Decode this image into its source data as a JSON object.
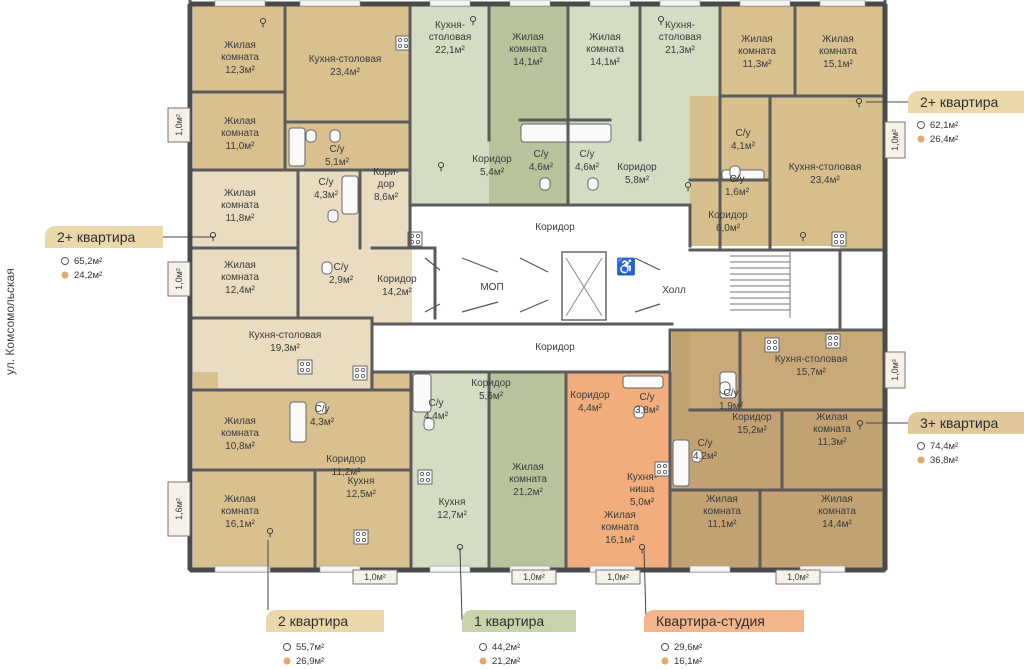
{
  "street": "ул. Комсомольская",
  "colors": {
    "tan": "#d9c08f",
    "sand": "#e9dcc0",
    "olive": "#b8c39c",
    "mint": "#d4dcc4",
    "brown": "#c2a273",
    "peach": "#f1ae7c",
    "corridor": "#ffffff",
    "wall": "#5b5b5b"
  },
  "rooms": [
    {
      "id": "r1",
      "name": "Жилая\nкомната",
      "area": "12,3м²"
    },
    {
      "id": "r2",
      "name": "Кухня-столовая",
      "area": "23,4м²"
    },
    {
      "id": "r3",
      "name": "Жилая\nкомната",
      "area": "11,0м²"
    },
    {
      "id": "r4",
      "name": "С/у",
      "area": "5,1м²"
    },
    {
      "id": "r5",
      "name": "Кори-\nдор",
      "area": "8,6м²"
    },
    {
      "id": "r6",
      "name": "Кухня-\nстоловая",
      "area": "22,1м²"
    },
    {
      "id": "r7",
      "name": "Жилая\nкомната",
      "area": "14,1м²"
    },
    {
      "id": "r8",
      "name": "Коридор",
      "area": "5,4м²"
    },
    {
      "id": "r9",
      "name": "С/у",
      "area": "4,6м²"
    },
    {
      "id": "r10",
      "name": "Жилая\nкомната",
      "area": "14,1м²"
    },
    {
      "id": "r11",
      "name": "Кухня-\nстоловая",
      "area": "21,3м²"
    },
    {
      "id": "r12",
      "name": "С/у",
      "area": "4,6м²"
    },
    {
      "id": "r13",
      "name": "Коридор",
      "area": "5,8м²"
    },
    {
      "id": "r14",
      "name": "Жилая\nкомната",
      "area": "11,3м²"
    },
    {
      "id": "r15",
      "name": "Жилая\nкомната",
      "area": "15,1м²"
    },
    {
      "id": "r16",
      "name": "С/у",
      "area": "4,1м²"
    },
    {
      "id": "r17",
      "name": "С/у",
      "area": "1,6м²"
    },
    {
      "id": "r18",
      "name": "Кухня-столовая",
      "area": "23,4м²"
    },
    {
      "id": "r19",
      "name": "Коридор",
      "area": "6,0м²"
    },
    {
      "id": "r20",
      "name": "Жилая\nкомната",
      "area": "11,8м²"
    },
    {
      "id": "r21",
      "name": "С/у",
      "area": "4,3м²"
    },
    {
      "id": "r22",
      "name": "Жилая\nкомната",
      "area": "12,4м²"
    },
    {
      "id": "r23",
      "name": "С/у",
      "area": "2,9м²"
    },
    {
      "id": "r24",
      "name": "Коридор",
      "area": "14,2м²"
    },
    {
      "id": "r25",
      "name": "Кухня-столовая",
      "area": "19,3м²"
    },
    {
      "id": "r26",
      "name": "Жилая\nкомната",
      "area": "10,8м²"
    },
    {
      "id": "r27",
      "name": "С/у",
      "area": "4,3м²"
    },
    {
      "id": "r28",
      "name": "Коридор",
      "area": "11,2м²"
    },
    {
      "id": "r29",
      "name": "Жилая\nкомната",
      "area": "16,1м²"
    },
    {
      "id": "r30",
      "name": "Кухня",
      "area": "12,5м²"
    },
    {
      "id": "r31",
      "name": "С/у",
      "area": "4,4м²"
    },
    {
      "id": "r32",
      "name": "Коридор",
      "area": "5,6м²"
    },
    {
      "id": "r33",
      "name": "Жилая\nкомната",
      "area": "21,2м²"
    },
    {
      "id": "r34",
      "name": "Кухня",
      "area": "12,7м²"
    },
    {
      "id": "r35",
      "name": "Коридор",
      "area": "4,4м²"
    },
    {
      "id": "r36",
      "name": "С/у",
      "area": "3,8м²"
    },
    {
      "id": "r37",
      "name": "Кухня-\nниша",
      "area": "5,0м²"
    },
    {
      "id": "r38",
      "name": "Жилая\nкомната",
      "area": "16,1м²"
    },
    {
      "id": "r39",
      "name": "Кухня-столовая",
      "area": "15,7м²"
    },
    {
      "id": "r40",
      "name": "С/у",
      "area": "1,9м²"
    },
    {
      "id": "r41",
      "name": "Коридор",
      "area": "15,2м²"
    },
    {
      "id": "r42",
      "name": "Жилая\nкомната",
      "area": "11,3м²"
    },
    {
      "id": "r43",
      "name": "С/у",
      "area": "4,2м²"
    },
    {
      "id": "r44",
      "name": "Жилая\nкомната",
      "area": "11,1м²"
    },
    {
      "id": "r45",
      "name": "Жилая\nкомната",
      "area": "14,4м²"
    }
  ],
  "commons": [
    {
      "id": "c1",
      "name": "Коридор"
    },
    {
      "id": "c2",
      "name": "МОП"
    },
    {
      "id": "c3",
      "name": "Холл"
    },
    {
      "id": "c4",
      "name": "Коридор"
    }
  ],
  "balconies": [
    {
      "id": "b1",
      "area": "1,0м²"
    },
    {
      "id": "b2",
      "area": "1,0м²"
    },
    {
      "id": "b3",
      "area": "1,0м²"
    },
    {
      "id": "b4",
      "area": "1,6м²"
    },
    {
      "id": "b5",
      "area": "1,0м²"
    },
    {
      "id": "b6",
      "area": "1,0м²"
    },
    {
      "id": "b7",
      "area": "1,0м²"
    },
    {
      "id": "b8",
      "area": "1,0м²"
    },
    {
      "id": "b9",
      "area": "1,0м²"
    }
  ],
  "apartments": [
    {
      "id": "a1",
      "label": "2+ квартира",
      "total": "65,2м²",
      "living": "24,2м²"
    },
    {
      "id": "a2",
      "label": "2+ квартира",
      "total": "62,1м²",
      "living": "26,4м²"
    },
    {
      "id": "a3",
      "label": "3+ квартира",
      "total": "74,4м²",
      "living": "36,8м²"
    },
    {
      "id": "a4",
      "label": "2 квартира",
      "total": "55,7м²",
      "living": "26,9м²"
    },
    {
      "id": "a5",
      "label": "1 квартира",
      "total": "44,2м²",
      "living": "21,2м²"
    },
    {
      "id": "a6",
      "label": "Квартира-студия",
      "total": "29,6м²",
      "living": "16,1м²"
    }
  ]
}
